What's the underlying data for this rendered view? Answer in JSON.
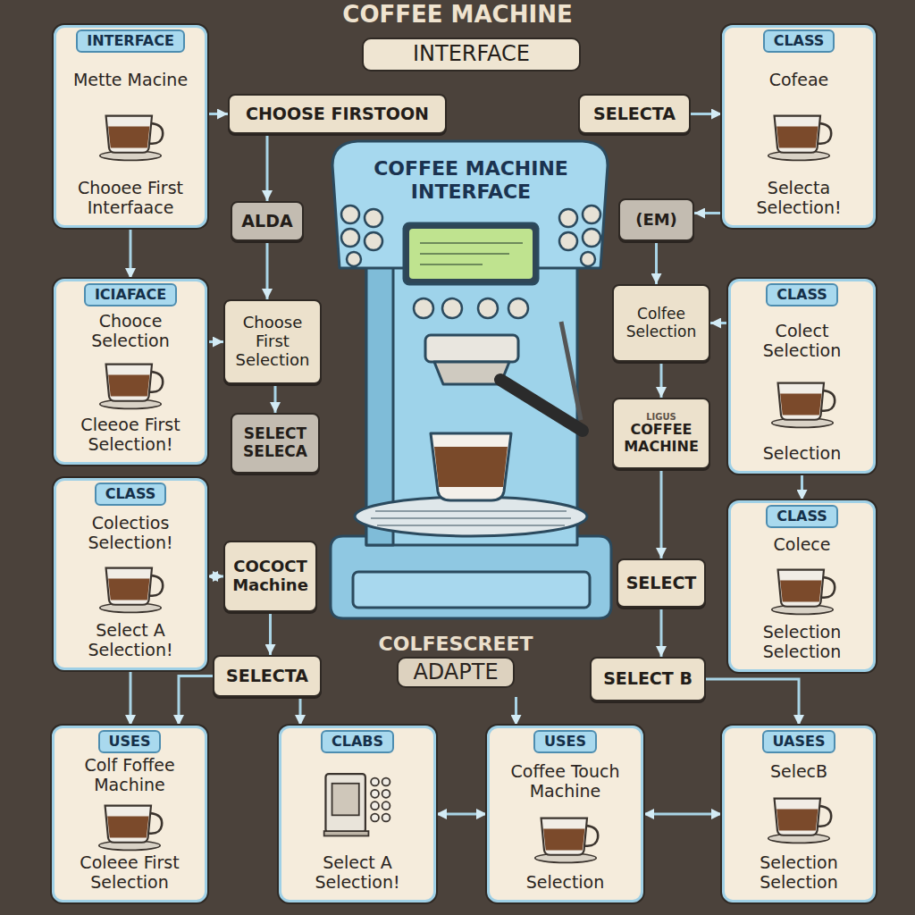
{
  "diagram": {
    "title": "COFFEE MACHINE",
    "nodes": [
      {
        "text": [
          "INTERFACE"
        ]
      },
      {
        "text": [
          "INTERFACE",
          "Mette Macine",
          "Chooee First Interfaace"
        ]
      },
      {
        "text": [
          "CHOOSE FIRSTOON"
        ]
      },
      {
        "text": [
          "SELECTA"
        ]
      },
      {
        "text": [
          "CLASS",
          "Cofeae",
          "Selecta Selection!"
        ]
      },
      {
        "text": [
          "ALDA"
        ]
      },
      {
        "text": [
          "(EM)"
        ]
      },
      {
        "text": [
          "ICIAFACE",
          "Chooce Selection",
          "Cleeoe First Selection!"
        ]
      },
      {
        "text": [
          "Choose First Selection"
        ]
      },
      {
        "text": [
          "Colfee Selection"
        ]
      },
      {
        "text": [
          "CLASS",
          "Colect Selection",
          "Selection"
        ]
      },
      {
        "text": [
          "SELECT SELECA"
        ]
      },
      {
        "text": [
          "LIGUS",
          "COFFEE MACHINE"
        ]
      },
      {
        "text": [
          "CLASS",
          "Colectios Selection!",
          "Select A Selection!"
        ]
      },
      {
        "text": [
          "COCOCT Machine"
        ]
      },
      {
        "text": [
          "SELECT"
        ]
      },
      {
        "text": [
          "CLASS",
          "Colece",
          "Selection Selection"
        ]
      },
      {
        "text": [
          "SELECTA"
        ]
      },
      {
        "text": [
          "COLFESCREET",
          "ADAPTE"
        ]
      },
      {
        "text": [
          "SELECT B"
        ]
      },
      {
        "text": [
          "USES",
          "Colf Foffee Machine",
          "Coleee First Selection"
        ]
      },
      {
        "text": [
          "CLABS",
          "Select A Selection!"
        ]
      },
      {
        "text": [
          "USES",
          "Coffee Touch Machine",
          "Selection"
        ]
      },
      {
        "text": [
          "UASES",
          "SelecB",
          "Selection Selection"
        ]
      }
    ],
    "edges": [
      {
        "from": 1,
        "to": 2,
        "arrow": "to"
      },
      {
        "from": 2,
        "to": 5,
        "arrow": "to"
      },
      {
        "from": 3,
        "to": 4,
        "arrow": "to"
      },
      {
        "from": 5,
        "to": 8,
        "arrow": "to"
      },
      {
        "from": 1,
        "to": 7,
        "arrow": "to"
      },
      {
        "from": 7,
        "to": 8,
        "arrow": "to"
      },
      {
        "from": 8,
        "to": 11,
        "arrow": "to"
      },
      {
        "from": 13,
        "to": 14,
        "arrow": "both"
      },
      {
        "from": 14,
        "to": 17,
        "arrow": "to"
      },
      {
        "from": 17,
        "to": 20,
        "arrow": "to"
      },
      {
        "from": 17,
        "to": 21,
        "arrow": "to"
      },
      {
        "from": 13,
        "to": 20,
        "arrow": "to"
      },
      {
        "from": 4,
        "to": 6,
        "arrow": "to"
      },
      {
        "from": 6,
        "to": 9,
        "arrow": "to"
      },
      {
        "from": 10,
        "to": 9,
        "arrow": "to"
      },
      {
        "from": 9,
        "to": 12,
        "arrow": "to"
      },
      {
        "from": 12,
        "to": 15,
        "arrow": "to"
      },
      {
        "from": 10,
        "to": 16,
        "arrow": "to"
      },
      {
        "from": 15,
        "to": 19,
        "arrow": "to"
      },
      {
        "from": 19,
        "to": 23,
        "arrow": "to"
      },
      {
        "from": 18,
        "to": 22,
        "arrow": "to"
      },
      {
        "from": 21,
        "to": 22,
        "arrow": "both"
      },
      {
        "from": 22,
        "to": 23,
        "arrow": "both"
      }
    ],
    "labels": [
      "COFFEE MACHINE INTERFACE"
    ]
  }
}
